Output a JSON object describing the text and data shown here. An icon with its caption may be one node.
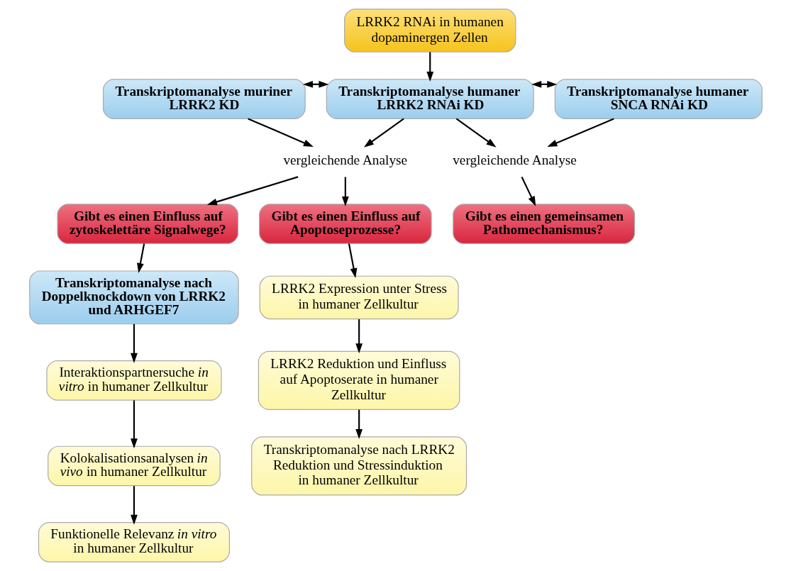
{
  "diagram": {
    "nodes": [
      {
        "text": [
          "LRRK2 RNAi in humanen dopaminergen Zellen"
        ]
      },
      {
        "text": [
          "Transkriptomanalyse muriner LRRK2 KD"
        ]
      },
      {
        "text": [
          "Transkriptomanalyse humaner LRRK2 RNAi KD"
        ]
      },
      {
        "text": [
          "Transkriptomanalyse humaner SNCA RNAi KD"
        ]
      },
      {
        "text": [
          "vergleichende Analyse"
        ]
      },
      {
        "text": [
          "vergleichende Analyse"
        ]
      },
      {
        "text": [
          "Gibt es einen Einfluss auf zytoskelettäre Signalwege?"
        ]
      },
      {
        "text": [
          "Gibt es einen Einfluss auf Apoptoseprozesse?"
        ]
      },
      {
        "text": [
          "Gibt es einen gemeinsamen Pathomechanismus?"
        ]
      },
      {
        "text": [
          "Transkriptomanalyse nach Doppelknockdown von LRRK2 und ARHGEF7"
        ]
      },
      {
        "text": [
          "Interaktionspartnersuche *in vitro* in humaner Zellkultur"
        ]
      },
      {
        "text": [
          "Kolokalisationsanalysen *in vivo* in humaner Zellkultur"
        ]
      },
      {
        "text": [
          "Funktionelle Relevanz *in vitro* in humaner Zellkultur"
        ]
      },
      {
        "text": [
          "LRRK2 Expression unter Stress in humaner Zellkultur"
        ]
      },
      {
        "text": [
          "LRRK2 Reduktion und Einfluss auf Apoptoserate in humaner Zellkultur"
        ]
      },
      {
        "text": [
          "Transkriptomanalyse nach LRRK2 Reduktion und Stressinduktion in humaner Zellkultur"
        ]
      }
    ],
    "edges": [
      {
        "from": 0,
        "to": 2,
        "arrow": "to"
      },
      {
        "from": 1,
        "to": 2,
        "arrow": "both"
      },
      {
        "from": 1,
        "to": 4,
        "arrow": "to"
      },
      {
        "from": 2,
        "to": 4,
        "arrow": "to"
      },
      {
        "from": 2,
        "to": 3,
        "arrow": "both"
      },
      {
        "from": 2,
        "to": 5,
        "arrow": "to"
      },
      {
        "from": 3,
        "to": 5,
        "arrow": "to"
      },
      {
        "from": 4,
        "to": 6,
        "arrow": "to"
      },
      {
        "from": 4,
        "to": 7,
        "arrow": "to"
      },
      {
        "from": 5,
        "to": 8,
        "arrow": "to"
      },
      {
        "from": 6,
        "to": 9,
        "arrow": "to"
      },
      {
        "from": 9,
        "to": 10,
        "arrow": "to"
      },
      {
        "from": 10,
        "to": 11,
        "arrow": "to"
      },
      {
        "from": 11,
        "to": 12,
        "arrow": "to"
      },
      {
        "from": 7,
        "to": 13,
        "arrow": "to"
      },
      {
        "from": 13,
        "to": 14,
        "arrow": "to"
      },
      {
        "from": 14,
        "to": 15,
        "arrow": "to"
      }
    ]
  }
}
